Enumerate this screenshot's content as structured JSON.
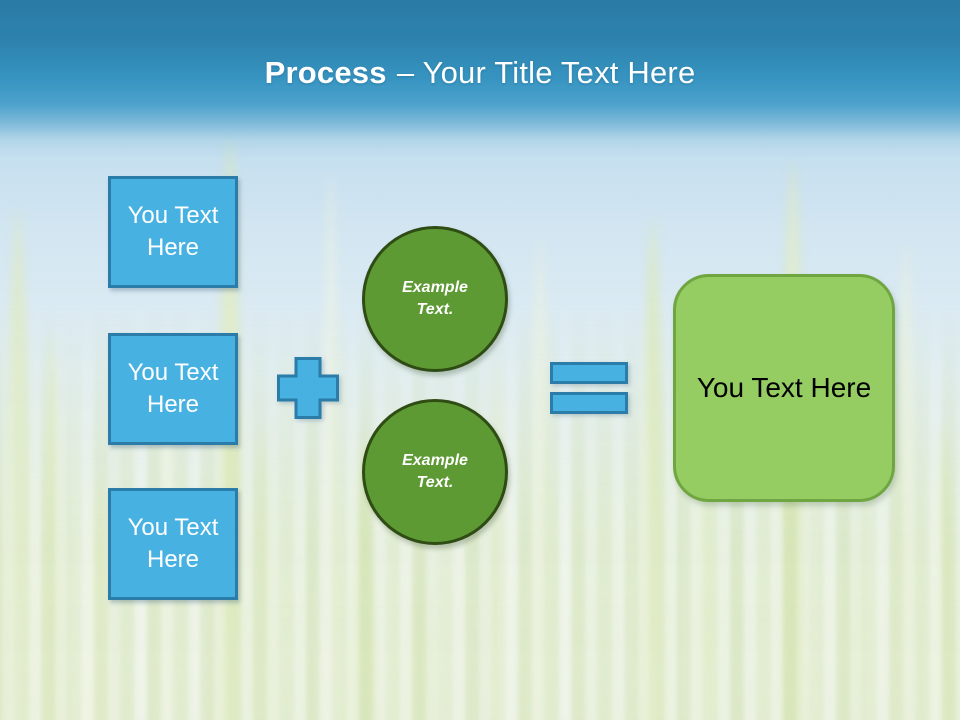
{
  "slide": {
    "title_bold": "Process",
    "title_rest": "– Your Title Text Here"
  },
  "diagram": {
    "input_boxes": [
      {
        "label": "You Text Here"
      },
      {
        "label": "You Text Here"
      },
      {
        "label": "You Text Here"
      }
    ],
    "operators": {
      "plus": "plus-icon",
      "equals": "equals-icon"
    },
    "example_circles": [
      {
        "label": "Example Text."
      },
      {
        "label": "Example Text."
      }
    ],
    "result_box": {
      "label": "You Text Here"
    }
  },
  "colors": {
    "header_blue_top": "#2a7ba6",
    "header_blue_bottom": "#4da2cc",
    "shape_blue_fill": "#47b1e1",
    "shape_blue_border": "#2b7ca8",
    "circle_green_fill": "#5d9a33",
    "circle_green_border": "#2e4c13",
    "result_green_fill": "#95cd63",
    "result_green_border": "#70a641",
    "title_text": "#ffffff",
    "box_text": "#ffffff",
    "result_text": "#000000"
  }
}
